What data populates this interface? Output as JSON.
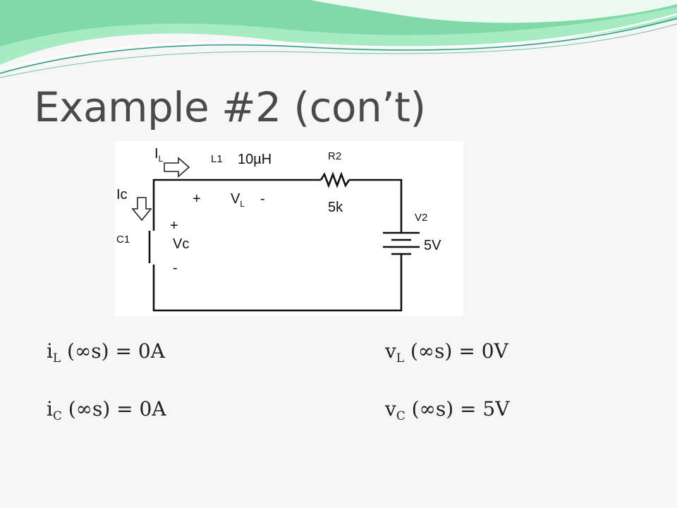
{
  "slide": {
    "title": "Example #2 (con’t)",
    "accent_colors": {
      "wave_light": "#a6ebc2",
      "wave_mid": "#77d6a3",
      "wave_dark": "#2f9c8a"
    }
  },
  "circuit": {
    "inductor_current": {
      "main": "I",
      "sub": "L"
    },
    "inductor_name": "L1",
    "inductor_value": "10µH",
    "resistor_name": "R2",
    "resistor_value": "5k",
    "source_name": "V2",
    "source_value": "5V",
    "capacitor_current": "Ic",
    "capacitor_name": "C1",
    "vl_plus": "+",
    "vl_label": {
      "main": "V",
      "sub": "L"
    },
    "vl_minus": "-",
    "vc_plus": "+",
    "vc_label": "Vc",
    "vc_minus": "-",
    "arrow_icons": [
      "arrow-right-icon",
      "arrow-down-icon"
    ]
  },
  "results": [
    {
      "var": "i",
      "sub": "L",
      "arg": " (∞s) = 0A"
    },
    {
      "var": "v",
      "sub": "L",
      "arg": " (∞s) = 0V"
    },
    {
      "var": "i",
      "sub": "C",
      "arg": " (∞s) = 0A"
    },
    {
      "var": "v",
      "sub": "C",
      "arg": " (∞s) = 5V"
    }
  ]
}
